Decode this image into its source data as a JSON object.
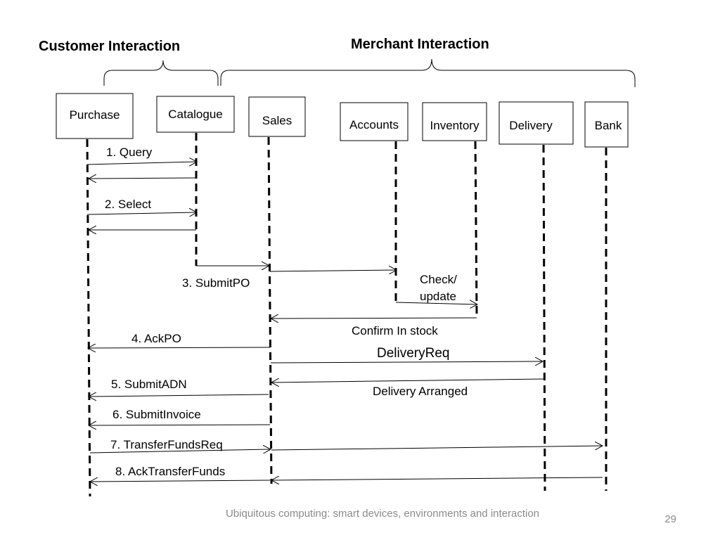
{
  "headers": {
    "customer": "Customer Interaction",
    "merchant": "Merchant Interaction"
  },
  "actors": {
    "purchase": "Purchase",
    "catalogue": "Catalogue",
    "sales": "Sales",
    "accounts": "Accounts",
    "inventory": "Inventory",
    "delivery": "Delivery",
    "bank": "Bank"
  },
  "messages": {
    "query": "1. Query",
    "select": "2. Select",
    "submit_po": "3. SubmitPO",
    "check_update_1": "Check/",
    "check_update_2": "update",
    "confirm_in_stock": "Confirm In stock",
    "ack_po": "4. AckPO",
    "delivery_req": "DeliveryReq",
    "submit_adn": "5. SubmitADN",
    "delivery_arranged": "Delivery Arranged",
    "submit_invoice": "6. SubmitInvoice",
    "transfer_funds_req": "7. TransferFundsReq",
    "ack_transfer_funds": "8. AckTransferFunds"
  },
  "footer": {
    "caption": "Ubiquitous computing: smart devices, environments and interaction",
    "page_number": "29"
  }
}
